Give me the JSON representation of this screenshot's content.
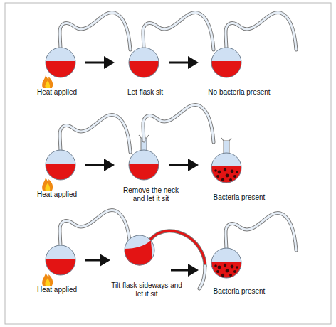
{
  "diagram": {
    "labels": [
      "Heat applied",
      "Let flask sit",
      "No bacteria present",
      "Heat applied",
      "Remove the neck and let it sit",
      "Bacteria present",
      "Heat applied",
      "Tilt flask sideways and let it sit",
      "Bacteria present"
    ]
  }
}
